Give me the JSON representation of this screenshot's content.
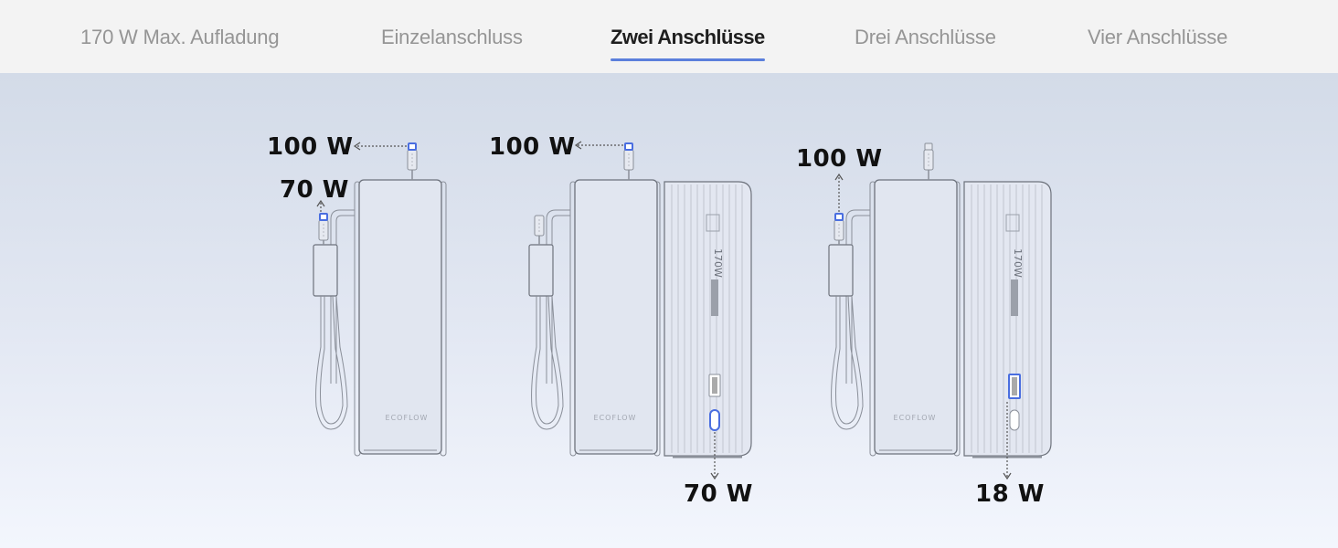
{
  "tabs": [
    {
      "label": "170 W Max. Aufladung",
      "active": false
    },
    {
      "label": "Einzelanschluss",
      "active": false
    },
    {
      "label": "Zwei Anschlüsse",
      "active": true
    },
    {
      "label": "Drei Anschlüsse",
      "active": false
    },
    {
      "label": "Vier Anschlüsse",
      "active": false
    }
  ],
  "colors": {
    "accent": "#5b7fdc",
    "tab_inactive": "#959595",
    "tab_active": "#1e1e1e",
    "port_highlight": "#4a6ee0",
    "outline": "#8a8f99"
  },
  "devices": [
    {
      "name": "Powerbank alone",
      "brand": "ECOFLOW",
      "labels": {
        "top_cable": "100 W",
        "side_cable": "70 W"
      }
    },
    {
      "name": "Powerbank with dock (USB-C out)",
      "brand": "ECOFLOW",
      "dock_text": "170W",
      "labels": {
        "top_cable": "100 W",
        "dock_port": "70 W"
      }
    },
    {
      "name": "Powerbank with dock (USB-A out)",
      "brand": "ECOFLOW",
      "dock_text": "170W",
      "labels": {
        "side_cable": "100 W",
        "dock_port": "18 W"
      }
    }
  ]
}
